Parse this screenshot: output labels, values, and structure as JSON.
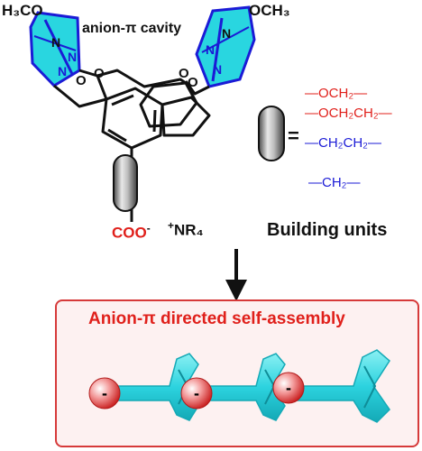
{
  "labels": {
    "och3_left": "H₃CO",
    "och3_right": "OCH₃",
    "cavity": "anion-π cavity",
    "n1": "N",
    "n2": "N",
    "n3": "N",
    "n4": "N",
    "n5": "N",
    "n6": "N",
    "o1": "O",
    "o2": "O",
    "o3": "O",
    "o4": "O",
    "carboxylate": "COO",
    "carboxylate_charge": "-",
    "counterion_plus": "+",
    "counterion": "NR₄",
    "equals": "=",
    "building_units": "Building units"
  },
  "linkers": [
    {
      "text": "—OCH₂—",
      "color": "#e0201b"
    },
    {
      "text": "—OCH₂CH₂—",
      "color": "#e0201b"
    },
    {
      "text": "—CH₂CH₂—",
      "color": "#1b1bd6"
    },
    {
      "text": "—CH₂—",
      "color": "#1b1bd6"
    }
  ],
  "assembly": {
    "title": "Anion-π directed self-assembly",
    "charges": [
      "-",
      "-",
      "-"
    ]
  },
  "colors": {
    "triazine_fill": "#29d6e0",
    "red": "#e0201b",
    "blue": "#1b1bd6",
    "box_border": "#d63a3a",
    "box_fill": "#fdf1f1"
  }
}
